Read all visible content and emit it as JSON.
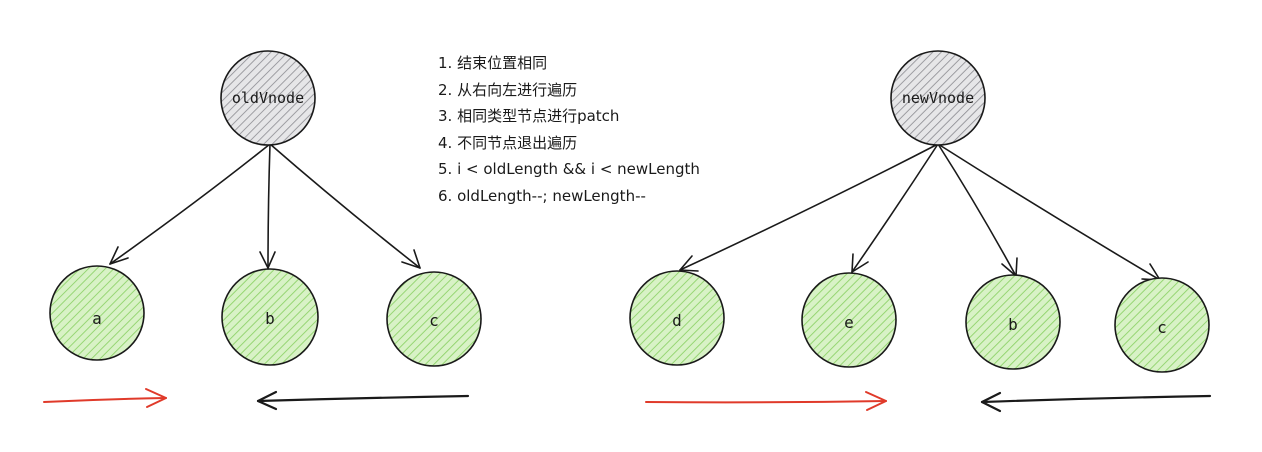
{
  "old_tree": {
    "root": "oldVnode",
    "children": [
      "a",
      "b",
      "c"
    ]
  },
  "new_tree": {
    "root": "newVnode",
    "children": [
      "d",
      "e",
      "b",
      "c"
    ]
  },
  "notes": [
    "1. 结束位置相同",
    "2. 从右向左进行遍历",
    "3. 相同类型节点进行patch",
    "4. 不同节点退出遍历",
    "5. i < oldLength && i < newLength",
    "6. oldLength--; newLength--"
  ],
  "colors": {
    "root_fill": "#d4d4d6",
    "child_fill": "#b7e59a",
    "stroke": "#1a1a1a",
    "red_arrow": "#e03a2a",
    "black_arrow": "#1a1a1a"
  }
}
